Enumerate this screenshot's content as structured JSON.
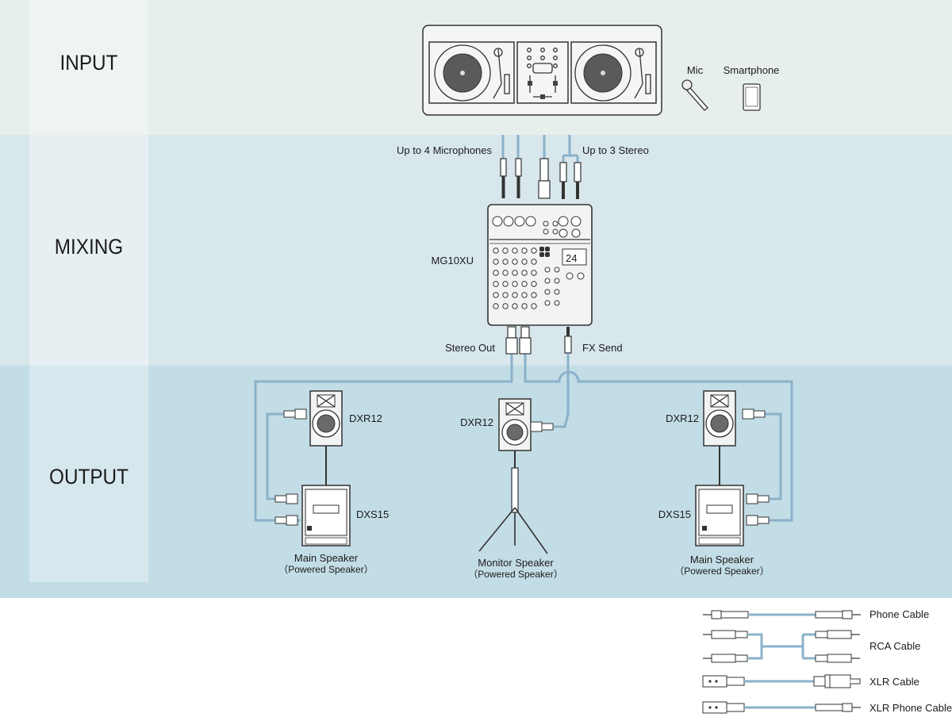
{
  "sections": {
    "input": "INPUT",
    "mixing": "MIXING",
    "output": "OUTPUT"
  },
  "input_devices": {
    "mic": "Mic",
    "smartphone": "Smartphone"
  },
  "mixer": {
    "model": "MG10XU",
    "display": "24",
    "mic_inputs_label": "Up to 4 Microphones",
    "stereo_inputs_label": "Up to 3 Stereo",
    "stereo_out_label": "Stereo Out",
    "fx_send_label": "FX Send"
  },
  "speakers": {
    "left_top_model": "DXR12",
    "left_sub_model": "DXS15",
    "left_caption_line1": "Main Speaker",
    "left_caption_line2": "（Powered Speaker）",
    "monitor_model": "DXR12",
    "monitor_caption_line1": "Monitor Speaker",
    "monitor_caption_line2": "（Powered Speaker）",
    "right_top_model": "DXR12",
    "right_sub_model": "DXS15",
    "right_caption_line1": "Main Speaker",
    "right_caption_line2": "（Powered Speaker）"
  },
  "legend": [
    {
      "label": "Phone Cable",
      "icon": "phone-cable-icon"
    },
    {
      "label": "RCA Cable",
      "icon": "rca-cable-icon"
    },
    {
      "label": "XLR Cable",
      "icon": "xlr-cable-icon"
    },
    {
      "label": "XLR Phone Cable",
      "icon": "xlr-phone-cable-icon"
    }
  ],
  "colors": {
    "cable": "#8bb1ca",
    "input_band": "#e7efec",
    "mixing_band": "#d8e7ec",
    "output_band": "#c3dde6"
  }
}
